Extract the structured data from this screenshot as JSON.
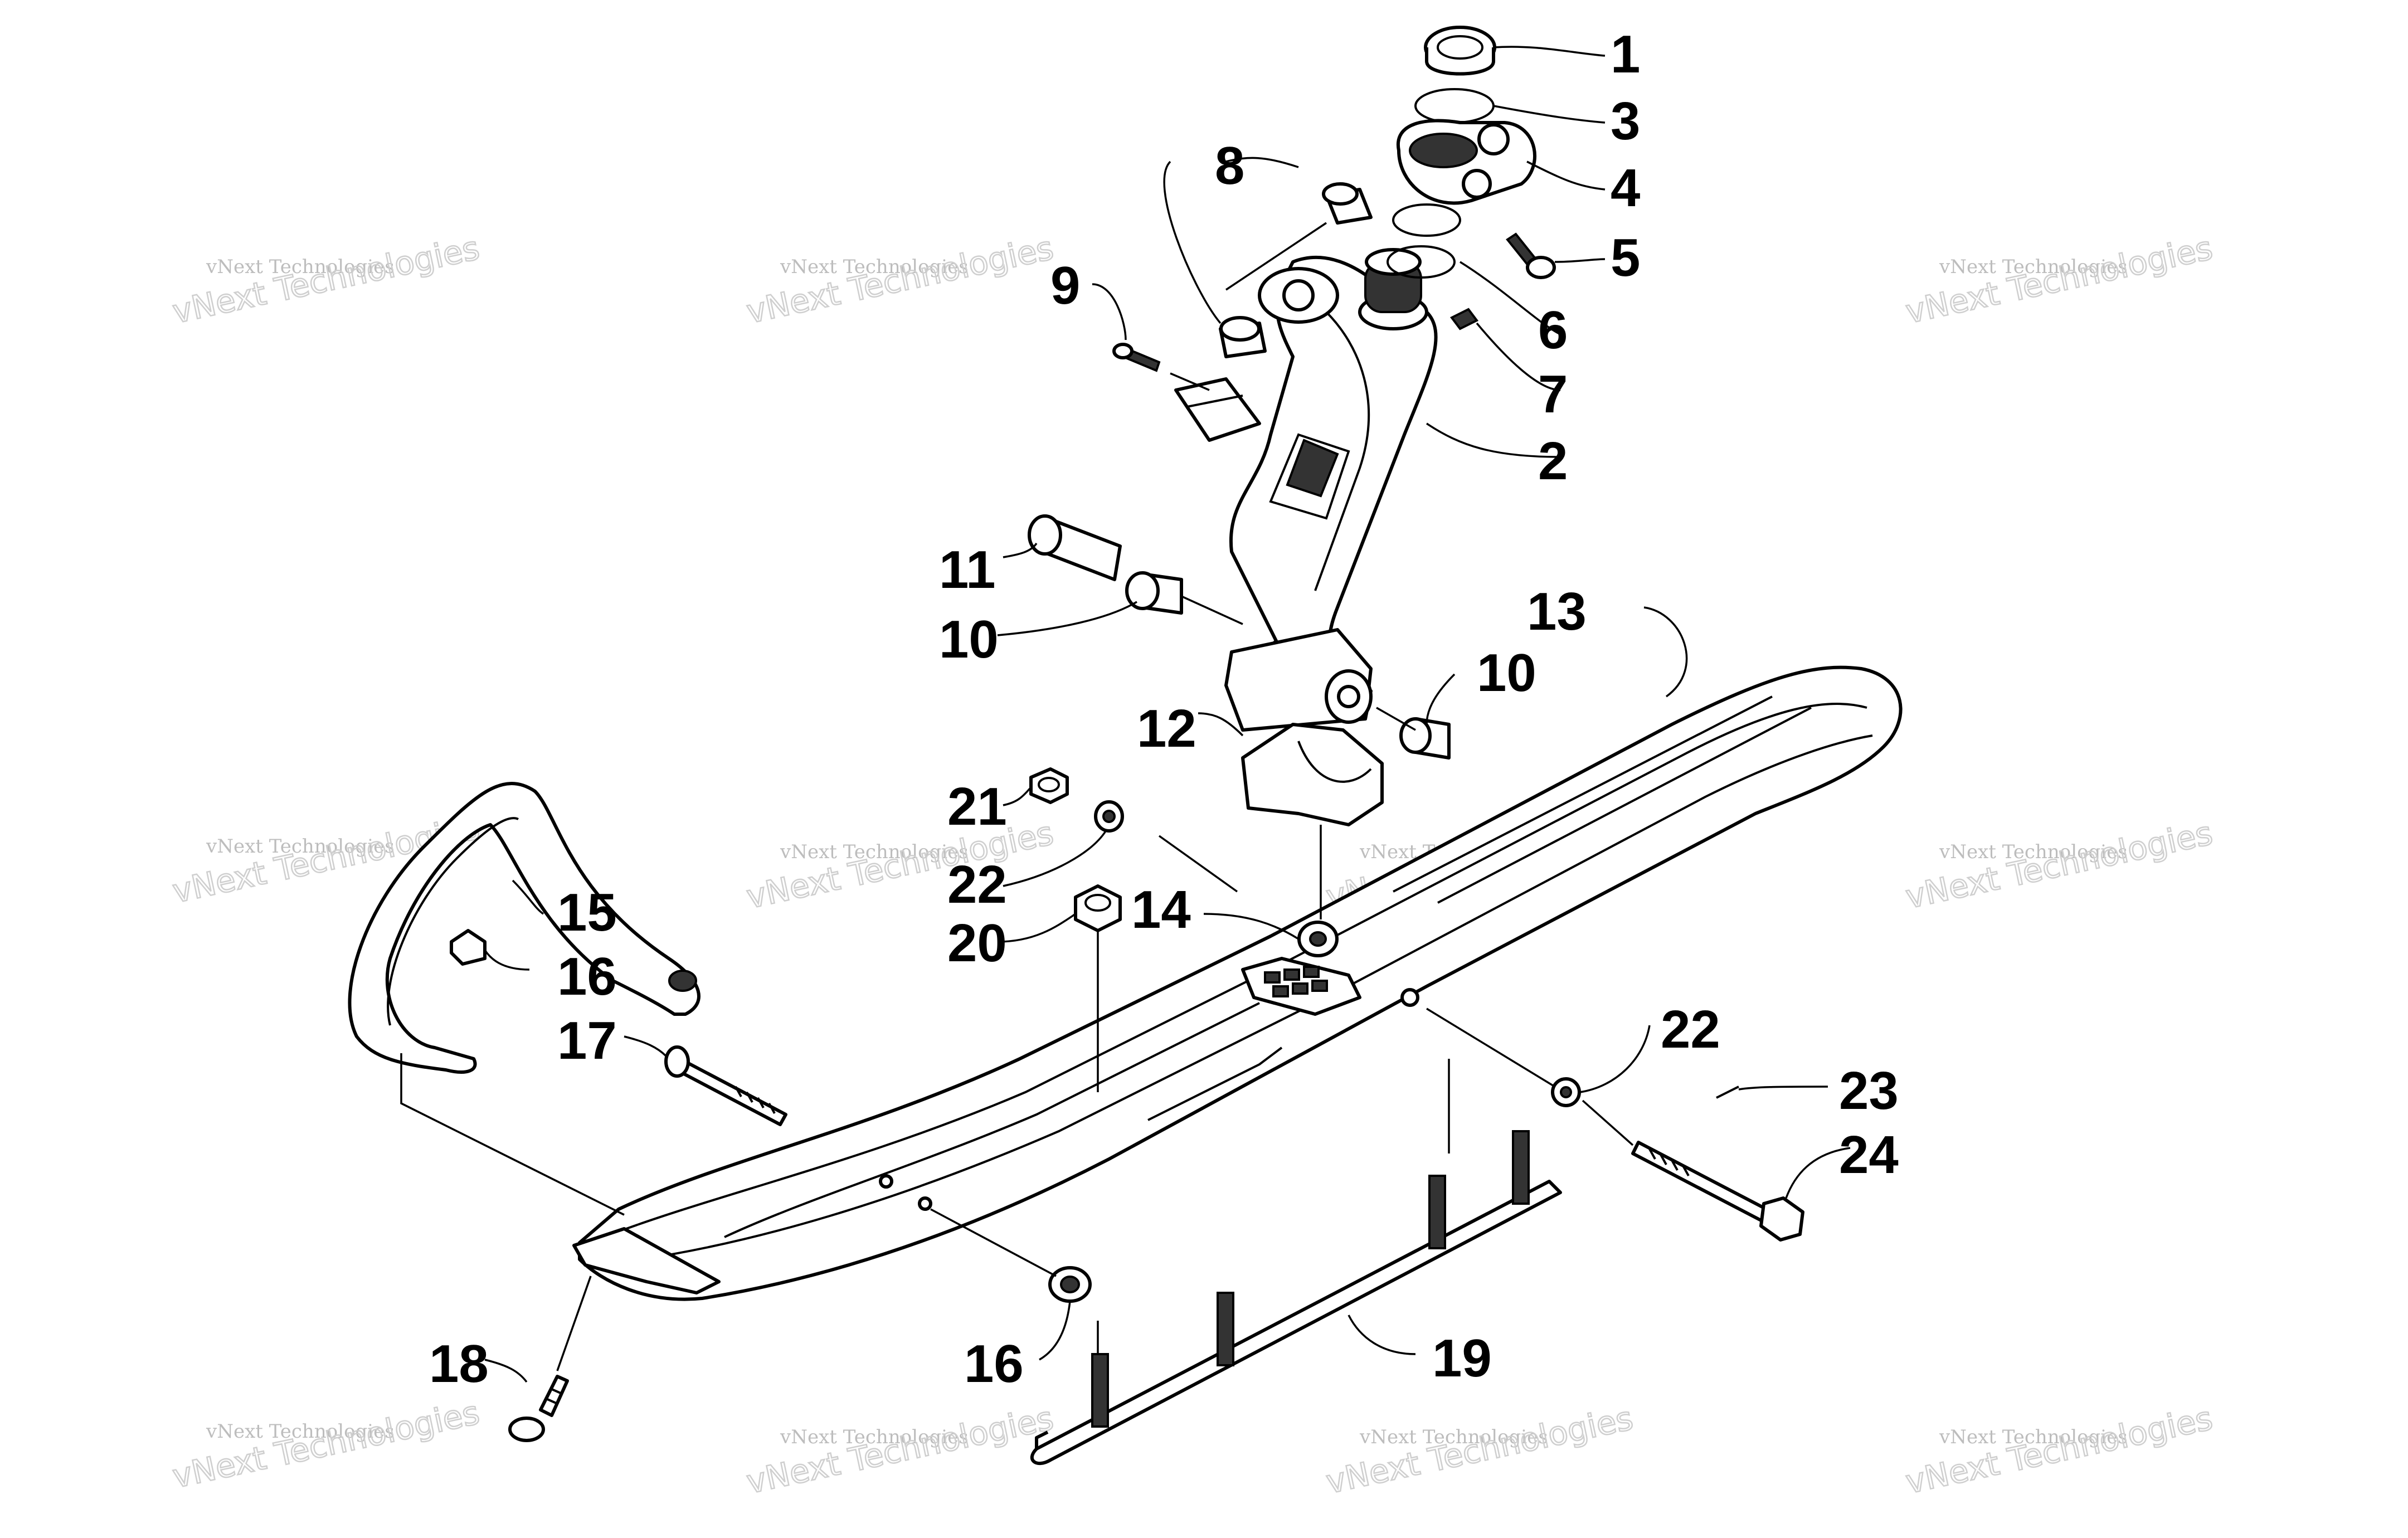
{
  "diagram": {
    "watermark": {
      "line1": "vNext Technologies",
      "line2": "vNext Technologies"
    },
    "callouts": [
      {
        "id": "c1",
        "text": "1"
      },
      {
        "id": "c3",
        "text": "3"
      },
      {
        "id": "c4",
        "text": "4"
      },
      {
        "id": "c5",
        "text": "5"
      },
      {
        "id": "c6",
        "text": "6"
      },
      {
        "id": "c7",
        "text": "7"
      },
      {
        "id": "c2",
        "text": "2"
      },
      {
        "id": "c8",
        "text": "8"
      },
      {
        "id": "c9",
        "text": "9"
      },
      {
        "id": "c11",
        "text": "11"
      },
      {
        "id": "c10a",
        "text": "10"
      },
      {
        "id": "c13",
        "text": "13"
      },
      {
        "id": "c10b",
        "text": "10"
      },
      {
        "id": "c12",
        "text": "12"
      },
      {
        "id": "c21",
        "text": "21"
      },
      {
        "id": "c22a",
        "text": "22"
      },
      {
        "id": "c20",
        "text": "20"
      },
      {
        "id": "c14",
        "text": "14"
      },
      {
        "id": "c15",
        "text": "15"
      },
      {
        "id": "c16a",
        "text": "16"
      },
      {
        "id": "c17",
        "text": "17"
      },
      {
        "id": "c22b",
        "text": "22"
      },
      {
        "id": "c23",
        "text": "23"
      },
      {
        "id": "c24",
        "text": "24"
      },
      {
        "id": "c18",
        "text": "18"
      },
      {
        "id": "c16b",
        "text": "16"
      },
      {
        "id": "c19",
        "text": "19"
      }
    ]
  }
}
